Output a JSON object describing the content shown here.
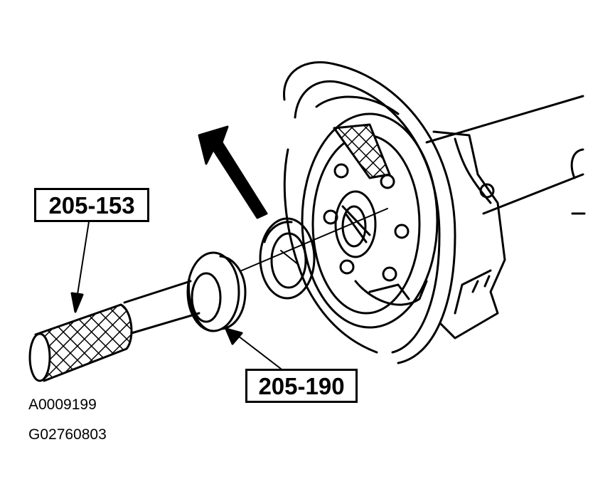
{
  "callouts": {
    "tool_1": "205-153",
    "tool_2": "205-190"
  },
  "figure_codes": {
    "code_1": "A0009199",
    "code_2": "G02760803"
  },
  "colors": {
    "ink": "#000000",
    "paper": "#ffffff"
  }
}
